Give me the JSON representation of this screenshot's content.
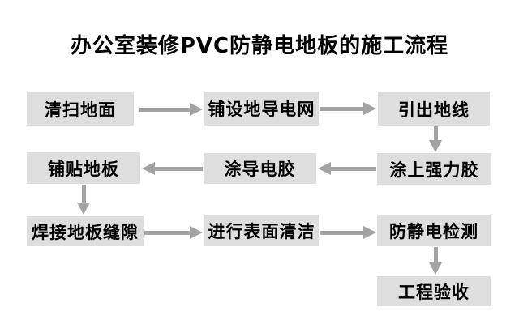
{
  "title": "办公室装修PVC防静电地板的施工流程",
  "colors": {
    "background": "#ffffff",
    "box_fill": "#dedede",
    "arrow": "#a3a3a3",
    "text": "#000000"
  },
  "flowchart": {
    "nodes": [
      {
        "id": "clean-floor",
        "label": "清扫地面"
      },
      {
        "id": "lay-conductive-grid",
        "label": "铺设地导电网"
      },
      {
        "id": "lead-out-ground-wire",
        "label": "引出地线"
      },
      {
        "id": "lay-floor-tiles",
        "label": "铺贴地板"
      },
      {
        "id": "apply-conductive-glue",
        "label": "涂导电胶"
      },
      {
        "id": "apply-strong-glue",
        "label": "涂上强力胶"
      },
      {
        "id": "weld-floor-seams",
        "label": "焊接地板缝隙"
      },
      {
        "id": "surface-cleaning",
        "label": "进行表面清洁"
      },
      {
        "id": "antistatic-test",
        "label": "防静电检测"
      },
      {
        "id": "project-acceptance",
        "label": "工程验收"
      }
    ],
    "edges": [
      {
        "from": "clean-floor",
        "to": "lay-conductive-grid",
        "direction": "right"
      },
      {
        "from": "lay-conductive-grid",
        "to": "lead-out-ground-wire",
        "direction": "right"
      },
      {
        "from": "lead-out-ground-wire",
        "to": "apply-strong-glue",
        "direction": "down"
      },
      {
        "from": "apply-strong-glue",
        "to": "apply-conductive-glue",
        "direction": "left"
      },
      {
        "from": "apply-conductive-glue",
        "to": "lay-floor-tiles",
        "direction": "left"
      },
      {
        "from": "lay-floor-tiles",
        "to": "weld-floor-seams",
        "direction": "down"
      },
      {
        "from": "weld-floor-seams",
        "to": "surface-cleaning",
        "direction": "right"
      },
      {
        "from": "surface-cleaning",
        "to": "antistatic-test",
        "direction": "right"
      },
      {
        "from": "antistatic-test",
        "to": "project-acceptance",
        "direction": "down"
      }
    ]
  }
}
